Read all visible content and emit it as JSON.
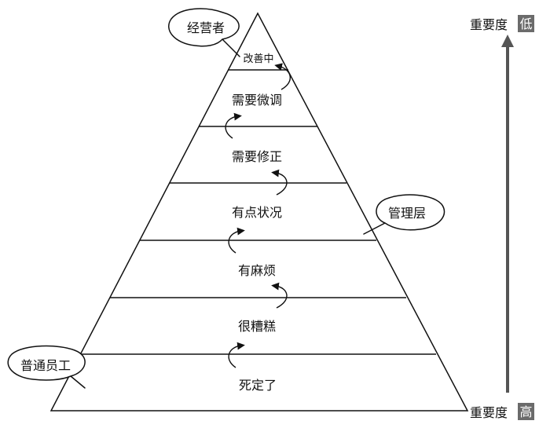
{
  "pyramid": {
    "levels": [
      {
        "id": "level-top",
        "label": "改善中"
      },
      {
        "id": "level-2",
        "label": "需要微调"
      },
      {
        "id": "level-3",
        "label": "需要修正"
      },
      {
        "id": "level-4",
        "label": "有点状况"
      },
      {
        "id": "level-5",
        "label": "有麻烦"
      },
      {
        "id": "level-6",
        "label": "很糟糕"
      },
      {
        "id": "level-bottom",
        "label": "死定了"
      }
    ]
  },
  "bubbles": {
    "executive": "经营者",
    "management": "管理层",
    "staff": "普通员工"
  },
  "importance_axis": {
    "top_label": "重要度",
    "top_badge": "低",
    "bottom_label": "重要度",
    "bottom_badge": "高"
  },
  "colors": {
    "line": "#111111",
    "badge_bg": "#6b6b6b",
    "badge_text": "#ffffff",
    "arrow_axis": "#555555"
  }
}
